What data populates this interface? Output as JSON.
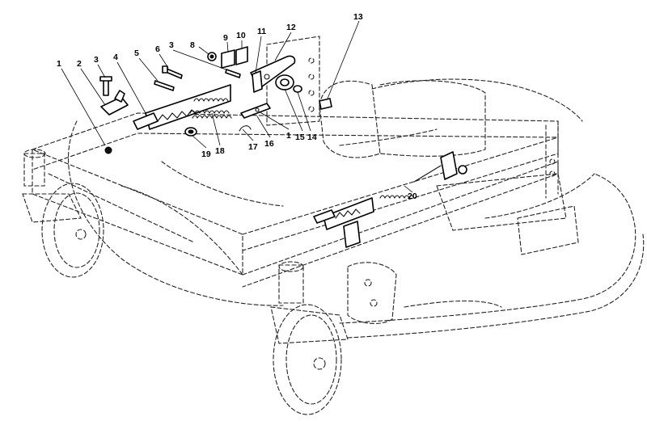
{
  "callouts": [
    {
      "text": "1"
    },
    {
      "text": "2"
    },
    {
      "text": "3"
    },
    {
      "text": "4"
    },
    {
      "text": "5"
    },
    {
      "text": "6"
    },
    {
      "text": "3"
    },
    {
      "text": "8"
    },
    {
      "text": "9"
    },
    {
      "text": "10"
    },
    {
      "text": "11"
    },
    {
      "text": "12"
    },
    {
      "text": "13"
    },
    {
      "text": "14"
    },
    {
      "text": "15"
    },
    {
      "text": "1"
    },
    {
      "text": "16"
    },
    {
      "text": "17"
    },
    {
      "text": "18"
    },
    {
      "text": "19"
    },
    {
      "text": "20"
    }
  ]
}
